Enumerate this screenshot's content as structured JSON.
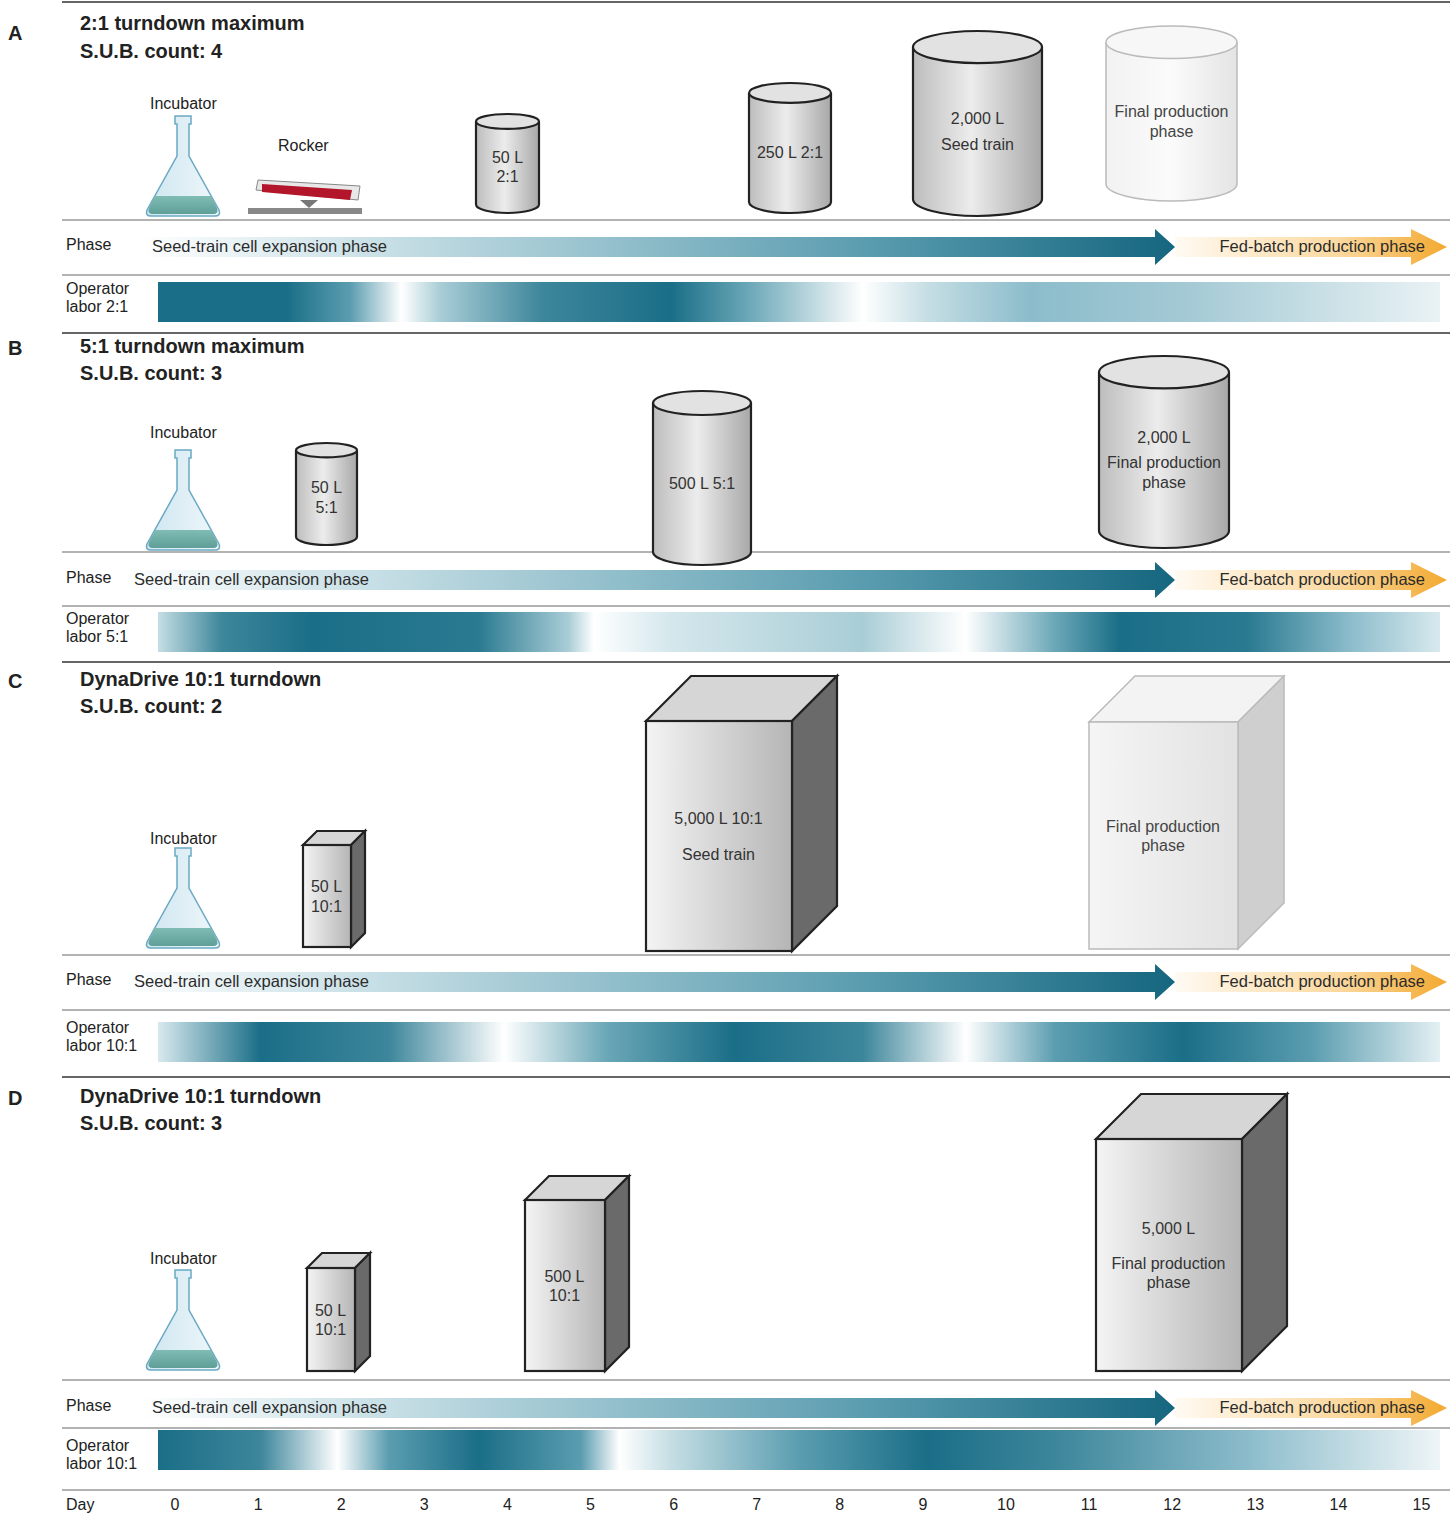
{
  "diagram": {
    "nodes": [
      {
        "text": [
          "50 L 2:1"
        ]
      },
      {
        "text": [
          "250 L 2:1"
        ]
      },
      {
        "text": [
          "2,000 L",
          "Seed train"
        ]
      },
      {
        "text": [
          "Final production phase"
        ]
      },
      {
        "text": [
          "Seed-train cell expansion phase"
        ]
      },
      {
        "text": [
          "Fed-batch production phase"
        ]
      },
      {
        "text": [
          "50 L 5:1"
        ]
      },
      {
        "text": [
          "500 L 5:1"
        ]
      },
      {
        "text": [
          "2,000 L",
          "Final production phase"
        ]
      },
      {
        "text": [
          "Seed-train cell expansion phase"
        ]
      },
      {
        "text": [
          "Fed-batch production phase"
        ]
      },
      {
        "text": [
          "50 L 10:1"
        ]
      },
      {
        "text": [
          "5,000 L 10:1",
          "Seed train"
        ]
      },
      {
        "text": [
          "Final production phase"
        ]
      },
      {
        "text": [
          "Seed-train cell expansion phase"
        ]
      },
      {
        "text": [
          "Fed-batch production phase"
        ]
      },
      {
        "text": [
          "50 L 10:1"
        ]
      },
      {
        "text": [
          "500 L 10:1"
        ]
      },
      {
        "text": [
          "5,000 L",
          "Final production phase"
        ]
      },
      {
        "text": [
          "Seed-train cell expansion phase"
        ]
      },
      {
        "text": [
          "Fed-batch production phase"
        ]
      }
    ],
    "labels": [
      "A",
      "2:1 turndown maximum",
      "S.U.B. count: 4",
      "Incubator",
      "Rocker",
      "Phase",
      "Operator labor 2:1",
      "B",
      "5:1 turndown maximum",
      "S.U.B. count: 3",
      "Incubator",
      "Phase",
      "Operator labor 5:1",
      "C",
      "DynaDrive 10:1 turndown",
      "S.U.B. count: 2",
      "Incubator",
      "Phase",
      "Operator labor 10:1",
      "D",
      "DynaDrive 10:1 turndown",
      "S.U.B. count: 3",
      "Incubator",
      "Phase",
      "Operator labor 10:1",
      "Day",
      "0",
      "1",
      "2",
      "3",
      "4",
      "5",
      "6",
      "7",
      "8",
      "9",
      "10",
      "11",
      "12",
      "13",
      "14",
      "15"
    ]
  }
}
